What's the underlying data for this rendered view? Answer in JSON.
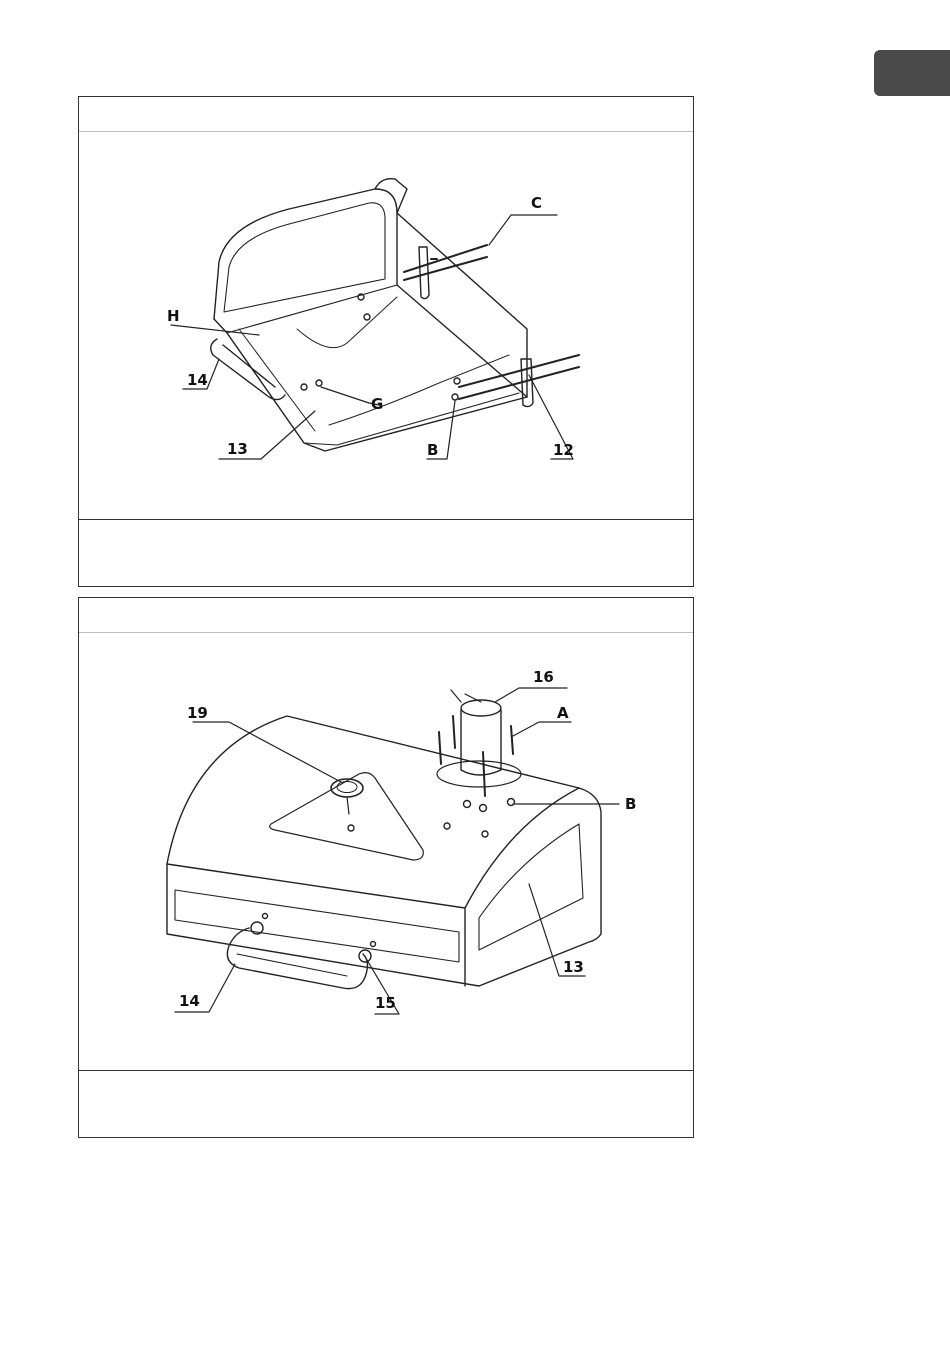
{
  "figure1": {
    "callouts": {
      "c": "C",
      "h": "H",
      "n14": "14",
      "g": "G",
      "n13": "13",
      "b": "B",
      "n12": "12"
    }
  },
  "figure2": {
    "callouts": {
      "n16": "16",
      "n19": "19",
      "a": "A",
      "b": "B",
      "n13": "13",
      "n14": "14",
      "n15": "15"
    }
  }
}
